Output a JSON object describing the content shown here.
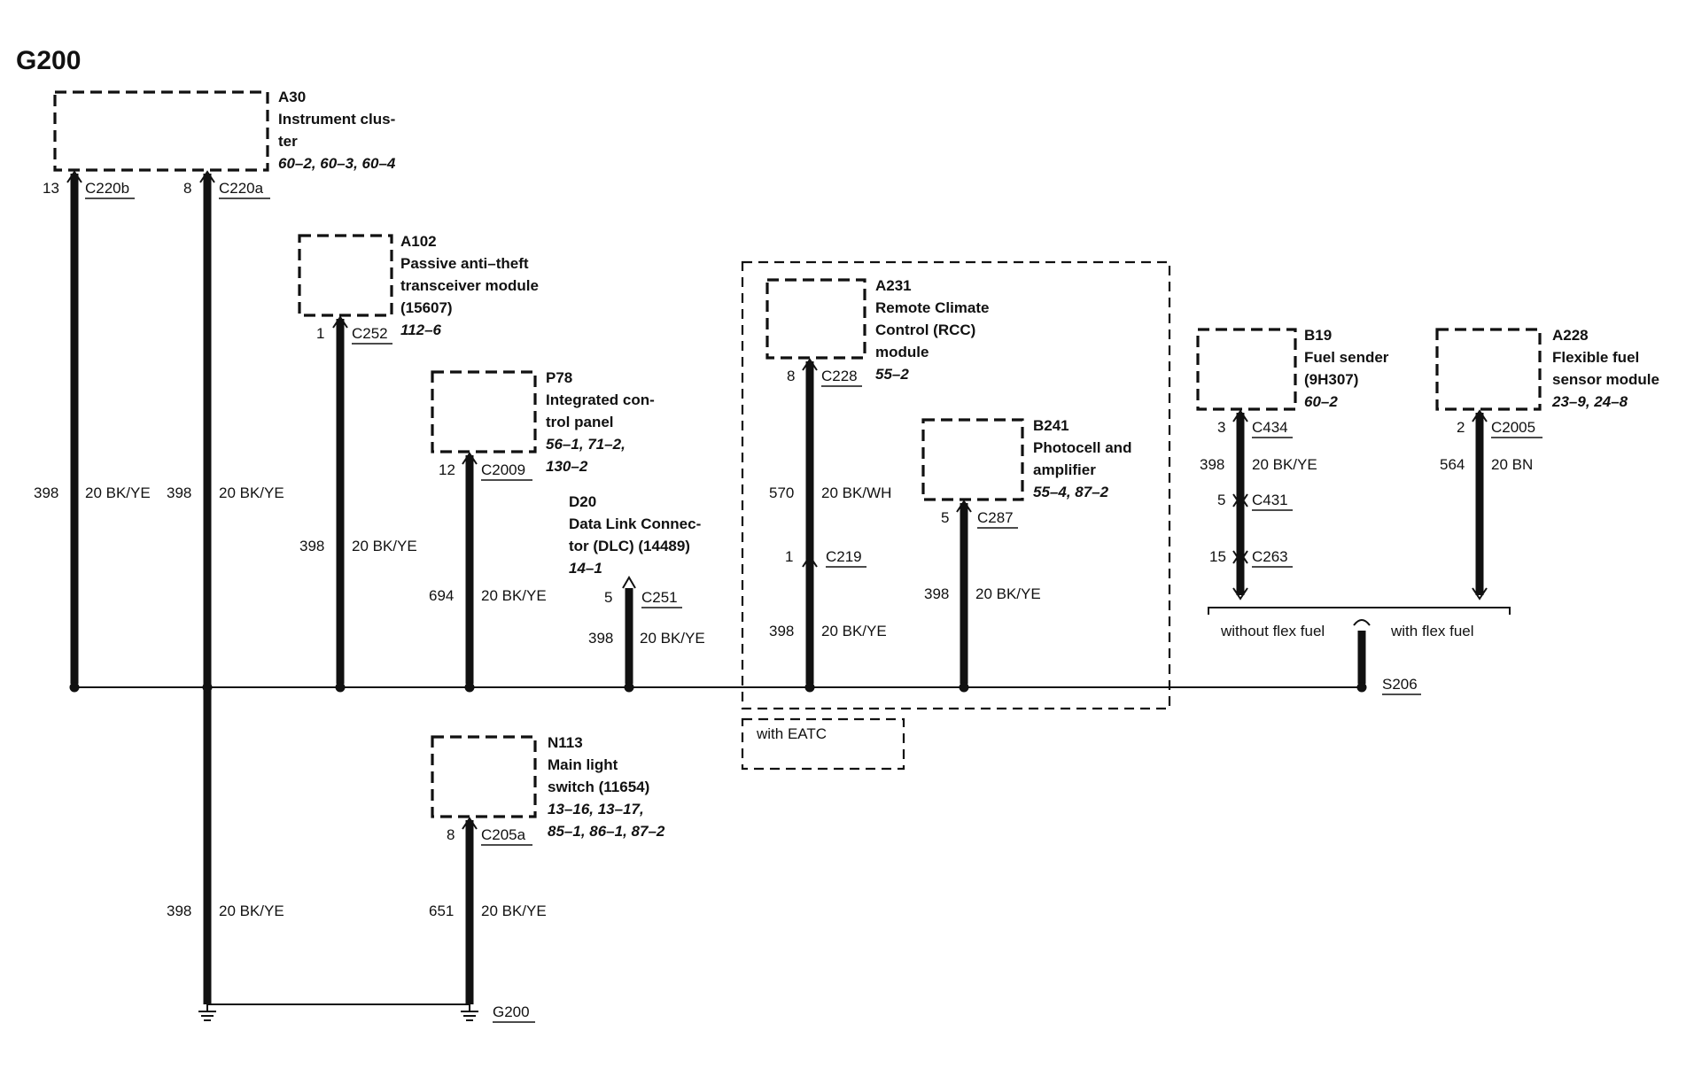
{
  "title": "G200",
  "components": {
    "a30": {
      "id": "A30",
      "lines": [
        "Instrument clus-",
        "ter"
      ],
      "refs": [
        "60–2, 60–3, 60–4"
      ]
    },
    "a102": {
      "id": "A102",
      "lines": [
        "Passive anti–theft",
        "transceiver module",
        "(15607)"
      ],
      "refs": [
        "112–6"
      ]
    },
    "p78": {
      "id": "P78",
      "lines": [
        "Integrated con-",
        "trol panel"
      ],
      "refs": [
        "56–1, 71–2,",
        "130–2"
      ]
    },
    "d20": {
      "id": "D20",
      "lines": [
        "Data Link Connec-",
        "tor (DLC) (14489)"
      ],
      "refs": [
        "14–1"
      ]
    },
    "a231": {
      "id": "A231",
      "lines": [
        "Remote Climate",
        "Control (RCC)",
        "module"
      ],
      "refs": [
        "55–2"
      ]
    },
    "b241": {
      "id": "B241",
      "lines": [
        "Photocell and",
        "amplifier"
      ],
      "refs": [
        "55–4, 87–2"
      ]
    },
    "b19": {
      "id": "B19",
      "lines": [
        "Fuel sender",
        "(9H307)"
      ],
      "refs": [
        "60–2"
      ]
    },
    "a228": {
      "id": "A228",
      "lines": [
        "Flexible fuel",
        "sensor module"
      ],
      "refs": [
        "23–9, 24–8"
      ]
    },
    "n113": {
      "id": "N113",
      "lines": [
        "Main light",
        "switch (11654)"
      ],
      "refs": [
        "13–16, 13–17,",
        "85–1, 86–1, 87–2"
      ]
    }
  },
  "connectors": {
    "c220b": {
      "pin": "13",
      "name": "C220b"
    },
    "c220a": {
      "pin": "8",
      "name": "C220a"
    },
    "c252": {
      "pin": "1",
      "name": "C252"
    },
    "c2009": {
      "pin": "12",
      "name": "C2009"
    },
    "c251": {
      "pin": "5",
      "name": "C251"
    },
    "c228": {
      "pin": "8",
      "name": "C228"
    },
    "c219": {
      "pin": "1",
      "name": "C219"
    },
    "c287": {
      "pin": "5",
      "name": "C287"
    },
    "c434": {
      "pin": "3",
      "name": "C434"
    },
    "c431": {
      "pin": "5",
      "name": "C431"
    },
    "c263": {
      "pin": "15",
      "name": "C263"
    },
    "c2005": {
      "pin": "2",
      "name": "C2005"
    },
    "c205a": {
      "pin": "8",
      "name": "C205a"
    }
  },
  "wires": {
    "a30_13": {
      "circuit": "398",
      "spec": "20 BK/YE"
    },
    "a30_8": {
      "circuit": "398",
      "spec": "20 BK/YE"
    },
    "a102": {
      "circuit": "398",
      "spec": "20 BK/YE"
    },
    "p78": {
      "circuit": "694",
      "spec": "20 BK/YE"
    },
    "d20": {
      "circuit": "398",
      "spec": "20 BK/YE"
    },
    "a231_upper": {
      "circuit": "570",
      "spec": "20 BK/WH"
    },
    "a231_lower": {
      "circuit": "398",
      "spec": "20 BK/YE"
    },
    "b241": {
      "circuit": "398",
      "spec": "20 BK/YE"
    },
    "b19": {
      "circuit": "398",
      "spec": "20 BK/YE"
    },
    "a228": {
      "circuit": "564",
      "spec": "20 BN"
    },
    "ground_trunk": {
      "circuit": "398",
      "spec": "20 BK/YE"
    },
    "n113": {
      "circuit": "651",
      "spec": "20 BK/YE"
    }
  },
  "labels": {
    "without_flex": "without flex fuel",
    "with_flex": "with flex fuel",
    "splice": "S206",
    "with_eatc": "with EATC",
    "ground": "G200"
  }
}
